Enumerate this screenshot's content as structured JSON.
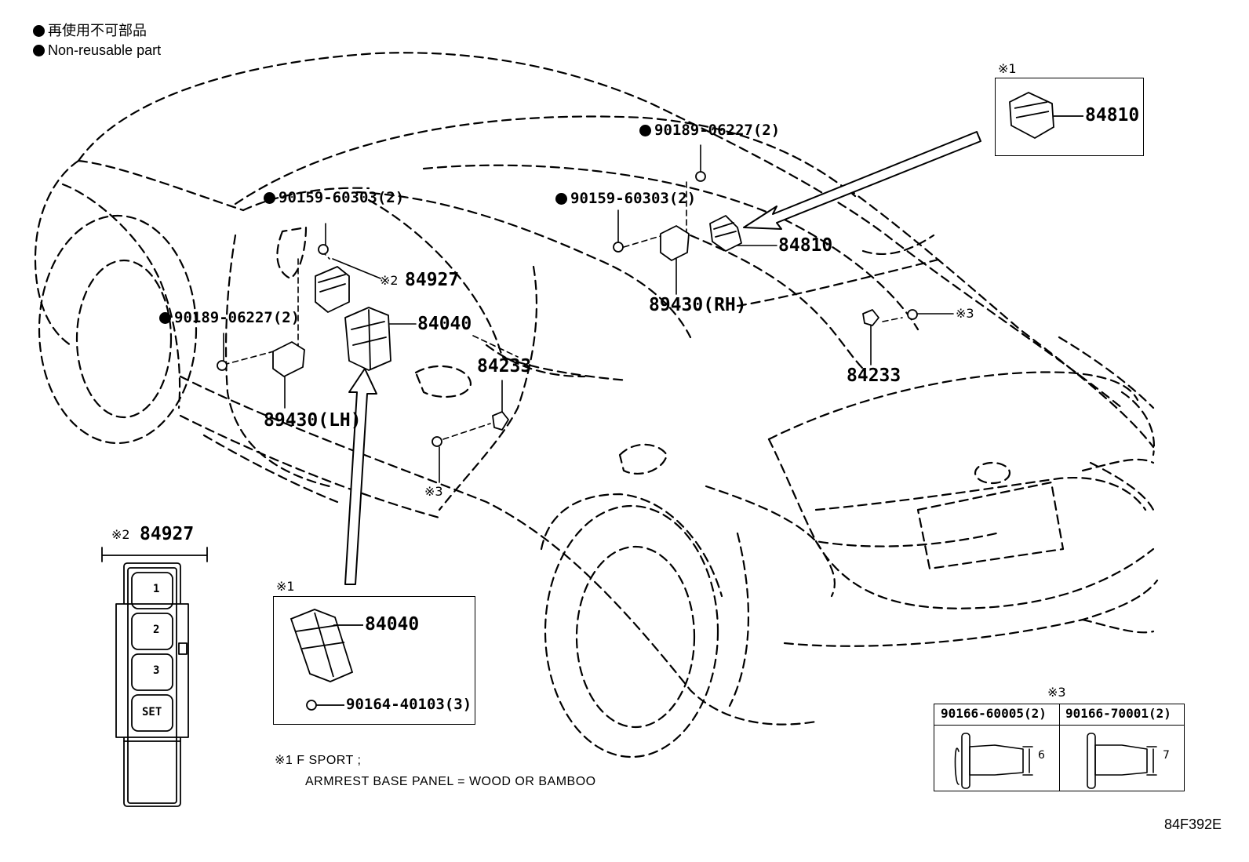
{
  "legend": {
    "jp": "再使用不可部品",
    "en": "Non-reusable part"
  },
  "callouts": {
    "p90189_left": "90189-06227(2)",
    "p90159_left": "90159-60303(2)",
    "p90189_right": "90189-06227(2)",
    "p90159_right": "90159-60303(2)",
    "p84927": "84927",
    "p84927_mark": "※2",
    "p84040": "84040",
    "p84233_left": "84233",
    "p84233_right": "84233",
    "p89430_lh": "89430(LH)",
    "p89430_rh": "89430(RH)",
    "p84810": "84810",
    "mark3_left": "※3",
    "mark3_right": "※3"
  },
  "inset_topright": {
    "mark": "※1",
    "part": "84810"
  },
  "inset_middle": {
    "mark": "※1",
    "part": "84040",
    "screw": "90164-40103(3)"
  },
  "inset_switch": {
    "mark": "※2",
    "part": "84927",
    "buttons": [
      "1",
      "2",
      "3",
      "SET"
    ]
  },
  "inset_fasteners": {
    "mark": "※3",
    "col1": "90166-60005(2)",
    "col2": "90166-70001(2)",
    "dim1": "6",
    "dim2": "7"
  },
  "footnote": {
    "line1": "※1 F SPORT ;",
    "line2": "ARMREST BASE PANEL = WOOD OR BAMBOO"
  },
  "figure_id": "84F392E"
}
